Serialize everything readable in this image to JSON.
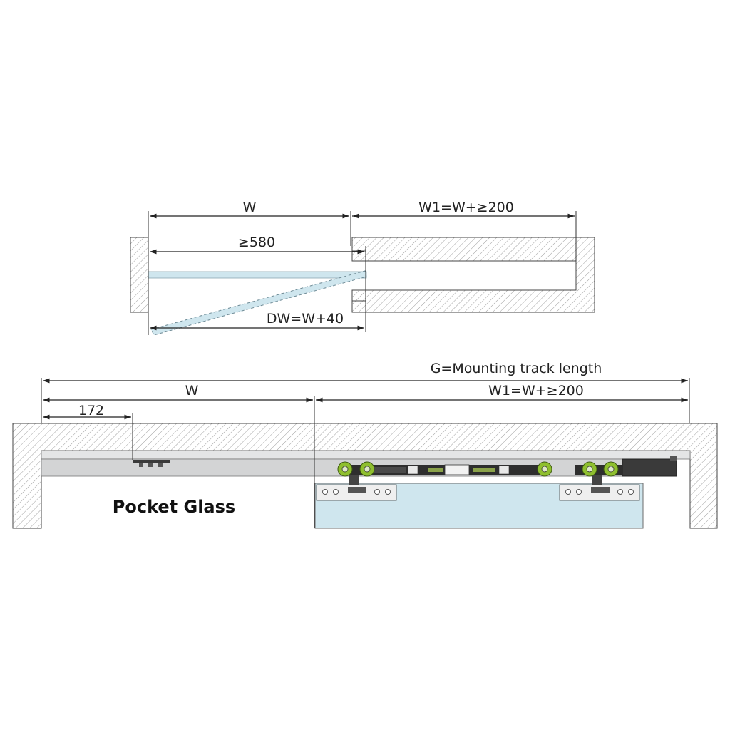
{
  "top_view": {
    "label_w": "W",
    "label_w1": "W1=W+≥200",
    "label_min_width": "≥580",
    "label_dw": "DW=W+40"
  },
  "front_view": {
    "label_g": "G=Mounting track length",
    "label_w": "W",
    "label_w1": "W1=W+≥200",
    "label_offset": "172",
    "label_title": "Pocket Glass"
  },
  "colors": {
    "glass": "#cfe6ee",
    "track": "#d9dadb",
    "wall_hatch": "#9a9a9a",
    "roller_green": "#8fbf2f",
    "line": "#222222"
  }
}
